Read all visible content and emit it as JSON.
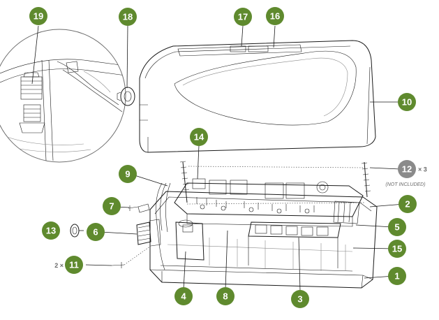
{
  "diagram": {
    "colors": {
      "badge_green": "#5f8a2e",
      "badge_grey": "#8a8a8a",
      "line": "#1a1a1a",
      "note": "#6a6a6a"
    },
    "callouts": [
      {
        "id": "c1",
        "number": "1"
      },
      {
        "id": "c2",
        "number": "2"
      },
      {
        "id": "c3",
        "number": "3"
      },
      {
        "id": "c4",
        "number": "4"
      },
      {
        "id": "c5",
        "number": "5"
      },
      {
        "id": "c6",
        "number": "6"
      },
      {
        "id": "c7",
        "number": "7"
      },
      {
        "id": "c8",
        "number": "8"
      },
      {
        "id": "c9",
        "number": "9"
      },
      {
        "id": "c10",
        "number": "10"
      },
      {
        "id": "c11",
        "number": "11",
        "prefix": "2 ×"
      },
      {
        "id": "c12",
        "number": "12",
        "suffix": "× 3",
        "note": "(NOT INCLUDED)"
      },
      {
        "id": "c13",
        "number": "13"
      },
      {
        "id": "c14",
        "number": "14"
      },
      {
        "id": "c15",
        "number": "15"
      },
      {
        "id": "c16",
        "number": "16"
      },
      {
        "id": "c17",
        "number": "17"
      },
      {
        "id": "c18",
        "number": "18"
      },
      {
        "id": "c19",
        "number": "19"
      }
    ]
  }
}
